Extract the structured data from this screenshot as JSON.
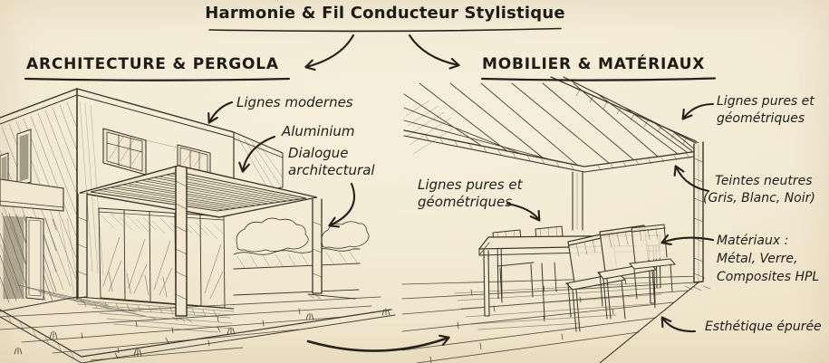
{
  "title": "Harmonie & Fil Conducteur Stylistique",
  "left_section": {
    "header": "ARCHITECTURE & PERGOLA",
    "illustration": "croquis maison moderne avec pergola aluminium",
    "annotations": {
      "lignes_modernes": "Lignes modernes",
      "aluminium": "Aluminium",
      "dialogue": [
        "Dialogue",
        "architectural"
      ]
    }
  },
  "right_section": {
    "header": "MOBILIER & MATÉRIAUX",
    "illustration": "croquis pergola avec table et chaises sur terrasse",
    "annotations": {
      "lignes_pures_table": [
        "Lignes pures et",
        "géométriques"
      ],
      "lignes_pures_structure": [
        "Lignes pures et",
        "géométriques"
      ],
      "teintes_neutres": [
        "Teintes neutres",
        "(Gris, Blanc, Noir)"
      ],
      "materiaux": [
        "Matériaux :",
        "Métal, Verre,",
        "Composites HPL"
      ],
      "esthetique": "Esthétique épurée"
    }
  },
  "colors": {
    "paper": "#f2e8d0",
    "ink": "#26221a",
    "sketch": "#3b362b"
  }
}
